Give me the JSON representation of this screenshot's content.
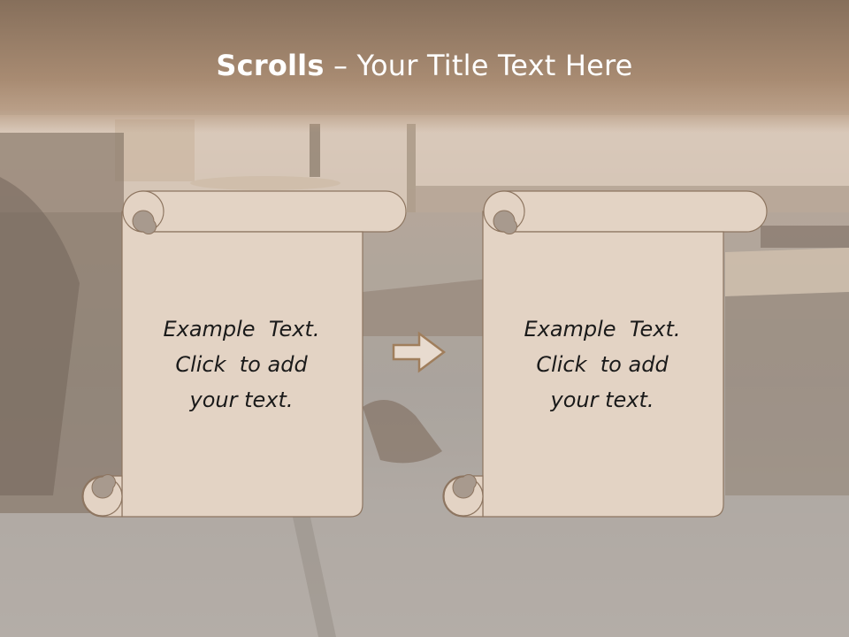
{
  "slide": {
    "title_bold": "Scrolls",
    "title_rest": " – Your Title Text Here"
  },
  "scrolls": [
    {
      "line1": "Example  Text.",
      "line2": "Click  to add",
      "line3": "your text."
    },
    {
      "line1": "Example  Text.",
      "line2": "Click  to add",
      "line3": "your text."
    }
  ],
  "icons": {
    "arrow": "right-arrow-icon"
  },
  "colors": {
    "title_bar": "#a88b72",
    "scroll_fill": "#e3d3c4",
    "scroll_curl": "#a89a8e",
    "scroll_stroke": "#8d7560",
    "arrow_stroke": "#a07e5c",
    "title_text": "#ffffff"
  }
}
